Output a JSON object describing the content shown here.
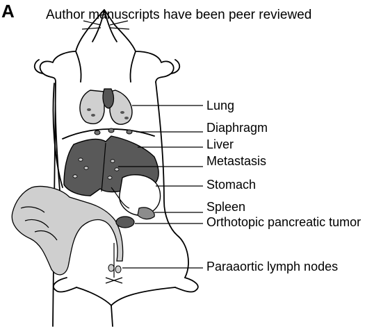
{
  "figure": {
    "panel_letter": "A",
    "header_text": "Author manuscripts have been peer reviewed",
    "labels": {
      "lung": "Lung",
      "diaphragm": "Diaphragm",
      "liver": "Liver",
      "metastasis": "Metastasis",
      "stomach": "Stomach",
      "spleen": "Spleen",
      "tumor": "Orthotopic pancreatic tumor",
      "lymph": "Paraaortic lymph nodes"
    }
  }
}
